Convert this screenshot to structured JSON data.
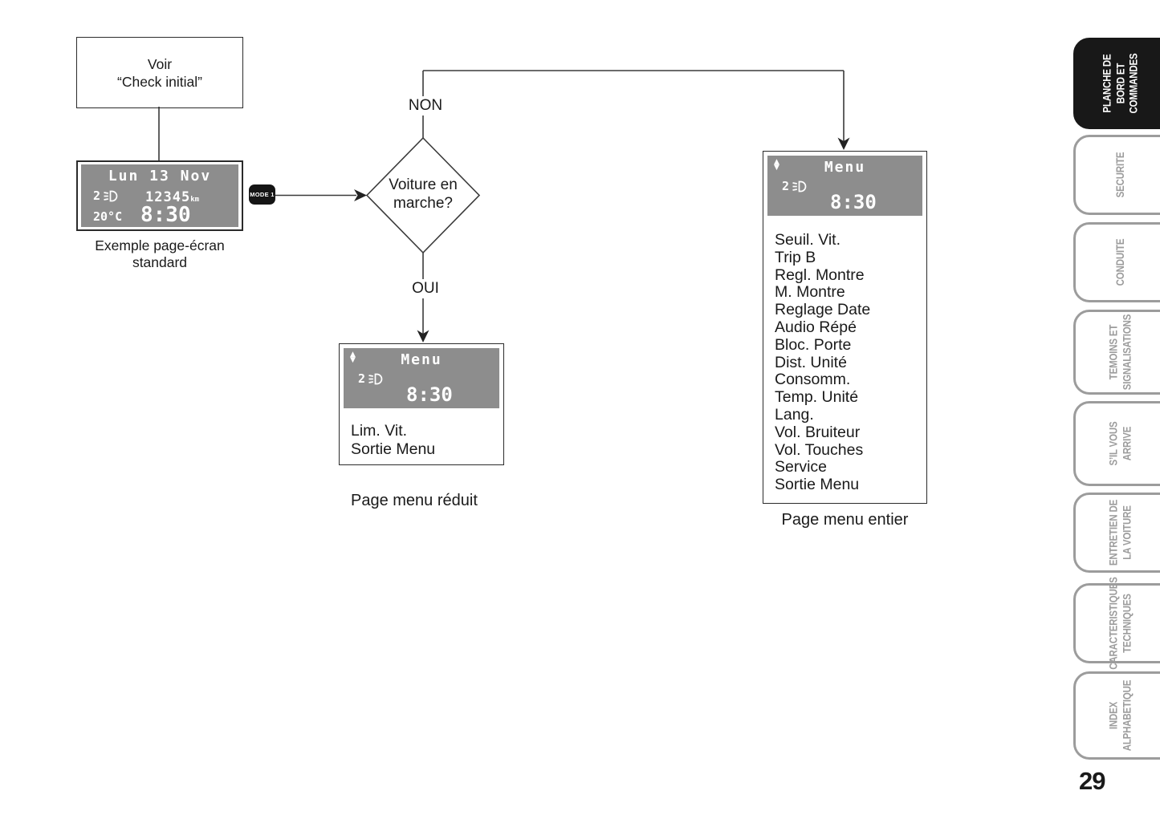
{
  "page": {
    "number": "29"
  },
  "flowchart": {
    "voir_box": {
      "text": "Voir\n“Check initial”"
    },
    "standard_display": {
      "date": "Lun 13 Nov",
      "gear": "2",
      "odometer": "12345",
      "odometer_unit": "km",
      "temperature": "20°C",
      "time": "8:30",
      "caption": "Exemple page-écran\nstandard"
    },
    "mode_button": {
      "label": "MODE 1"
    },
    "decision": {
      "question": "Voiture en\nmarche?",
      "no": "NON",
      "yes": "OUI"
    },
    "reduced_menu": {
      "title": "Menu",
      "gear": "2",
      "time": "8:30",
      "items": [
        "Lim. Vit.",
        "Sortie Menu"
      ],
      "caption": "Page menu réduit"
    },
    "full_menu": {
      "title": "Menu",
      "gear": "2",
      "time": "8:30",
      "items": [
        "Seuil. Vit.",
        "Trip B",
        "Regl. Montre",
        "M. Montre",
        "Reglage Date",
        "Audio Répé",
        "Bloc. Porte",
        "Dist. Unité",
        "Consomm.",
        "Temp. Unité",
        "Lang.",
        "Vol. Bruiteur",
        "Vol. Touches",
        "Service",
        "Sortie Menu"
      ],
      "caption": "Page menu entier"
    }
  },
  "icons": {
    "scroll_up": "▲",
    "scroll_down": "▼"
  },
  "sidebar": {
    "tabs": [
      {
        "label": "PLANCHE DE\nBORD ET\nCOMMANDES",
        "active": true
      },
      {
        "label": "SECURITE",
        "active": false
      },
      {
        "label": "CONDUITE",
        "active": false
      },
      {
        "label": "TEMOINS ET\nSIGNALISATIONS",
        "active": false
      },
      {
        "label": "S’IL VOUS\nARRIVE",
        "active": false
      },
      {
        "label": "ENTRETIEN DE\nLA VOITURE",
        "active": false
      },
      {
        "label": "CARACTERISTIQUES\nTECHNIQUES",
        "active": false
      },
      {
        "label": "INDEX\nALPHABETIQUE",
        "active": false
      }
    ]
  },
  "colors": {
    "lcd": "#8d8d8d",
    "active_tab_bg": "#181818",
    "tab_border": "#9c9c9c",
    "line": "#3a3a3a"
  }
}
